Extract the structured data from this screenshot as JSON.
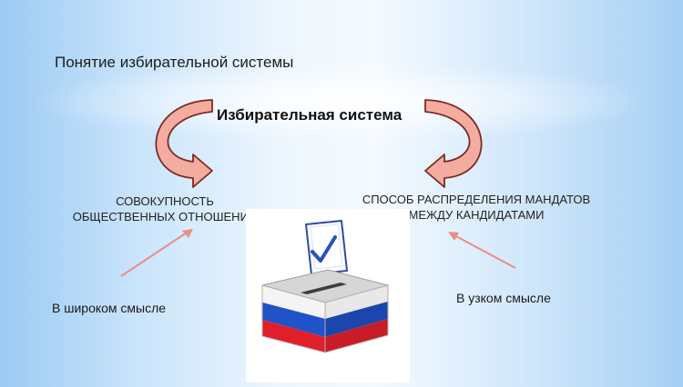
{
  "slide": {
    "title": "Понятие избирательной системы",
    "center_label": "Избирательная система",
    "left": {
      "definition_line1": "СОВОКУПНОСТЬ",
      "definition_line2": "ОБЩЕСТВЕННЫХ ОТНОШЕНИЙ",
      "sense_label": "В широком смысле"
    },
    "right": {
      "definition_line1": "СПОСОБ РАСПРЕДЕЛЕНИЯ МАНДАТОВ",
      "definition_line2": "МЕЖДУ КАНДИДАТАМИ",
      "sense_label": "В узком смысле"
    }
  },
  "colors": {
    "curved_arrow_fill": "#f4aba0",
    "curved_arrow_stroke": "#7a2b24",
    "pointer_arrow": "#ec8d86",
    "flag_white": "#f4f4f4",
    "flag_blue": "#1f53c9",
    "flag_red": "#e01f2b"
  },
  "icons": {
    "left_curved_arrow": "curved-arrow-icon",
    "right_curved_arrow": "curved-arrow-icon",
    "ballot_box": "ballot-box-icon",
    "check_mark": "check-mark-icon"
  }
}
